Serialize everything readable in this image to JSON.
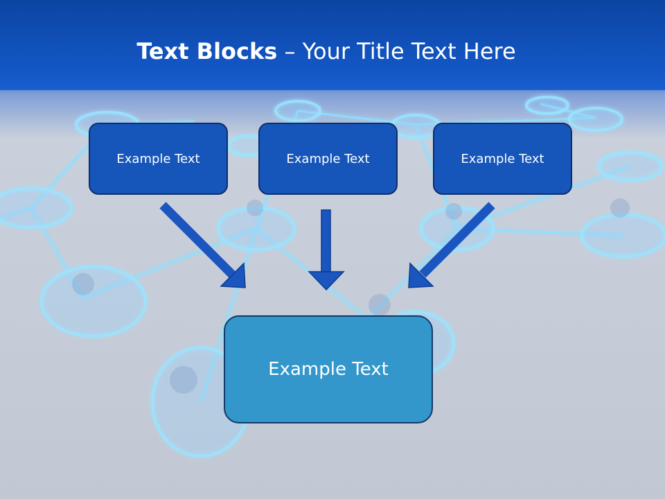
{
  "slide": {
    "title_bold": "Text Blocks",
    "title_separator": " – ",
    "title_rest": "Your Title Text Here"
  },
  "blocks": {
    "top": [
      {
        "text": "Example Text"
      },
      {
        "text": "Example Text"
      },
      {
        "text": "Example Text"
      }
    ],
    "bottom": {
      "text": "Example Text"
    }
  },
  "colors": {
    "header_blue": "#1357c6",
    "box_blue": "#1656bb",
    "box_border": "#0f2d66",
    "bottom_box": "#3397cc",
    "arrow_blue": "#1a55c0",
    "glow": "#7fd6ff"
  },
  "background": {
    "description": "network of glowing rings connected by lines"
  }
}
